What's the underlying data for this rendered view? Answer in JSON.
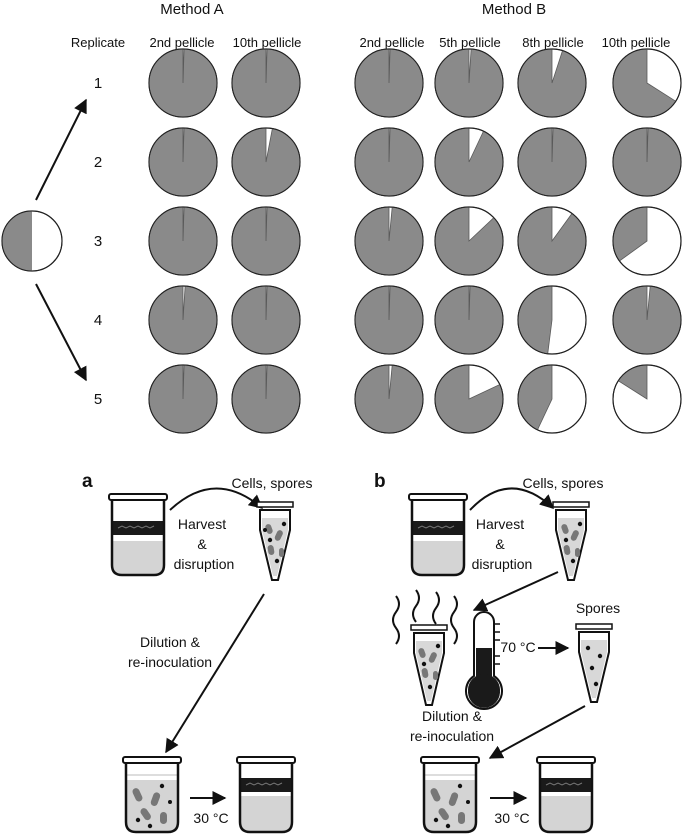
{
  "header": {
    "method_a": "Method A",
    "method_b": "Method B",
    "replicate": "Replicate",
    "a_cols": [
      "2nd pellicle",
      "10th pellicle"
    ],
    "b_cols": [
      "2nd pellicle",
      "5th pellicle",
      "8th pellicle",
      "10th pellicle"
    ]
  },
  "replicates": [
    "1",
    "2",
    "3",
    "4",
    "5"
  ],
  "colors": {
    "gray": "#8a8a8a",
    "white": "#ffffff",
    "stroke": "#222222"
  },
  "start_pie_gray_fraction": 0.5,
  "pie_gray_fractions": {
    "method_a": [
      [
        0.995,
        0.995
      ],
      [
        0.995,
        0.97
      ],
      [
        0.995,
        0.995
      ],
      [
        0.99,
        0.995
      ],
      [
        0.995,
        0.995
      ]
    ],
    "method_b": [
      [
        0.995,
        0.99,
        0.95,
        0.66
      ],
      [
        0.995,
        0.93,
        0.995,
        0.995
      ],
      [
        0.985,
        0.87,
        0.9,
        0.35
      ],
      [
        0.995,
        0.995,
        0.48,
        0.985
      ],
      [
        0.985,
        0.82,
        0.43,
        0.16
      ]
    ]
  },
  "panel_a": {
    "letter": "a",
    "cells_spores": "Cells, spores",
    "harvest": [
      "Harvest",
      "&",
      "disruption"
    ],
    "dilution": [
      "Dilution &",
      "re-inoculation"
    ],
    "temp": "30 °C"
  },
  "panel_b": {
    "letter": "b",
    "cells_spores": "Cells, spores",
    "harvest": [
      "Harvest",
      "&",
      "disruption"
    ],
    "thermo": "70 °C",
    "spores": "Spores",
    "dilution": [
      "Dilution &",
      "re-inoculation"
    ],
    "temp": "30 °C"
  }
}
